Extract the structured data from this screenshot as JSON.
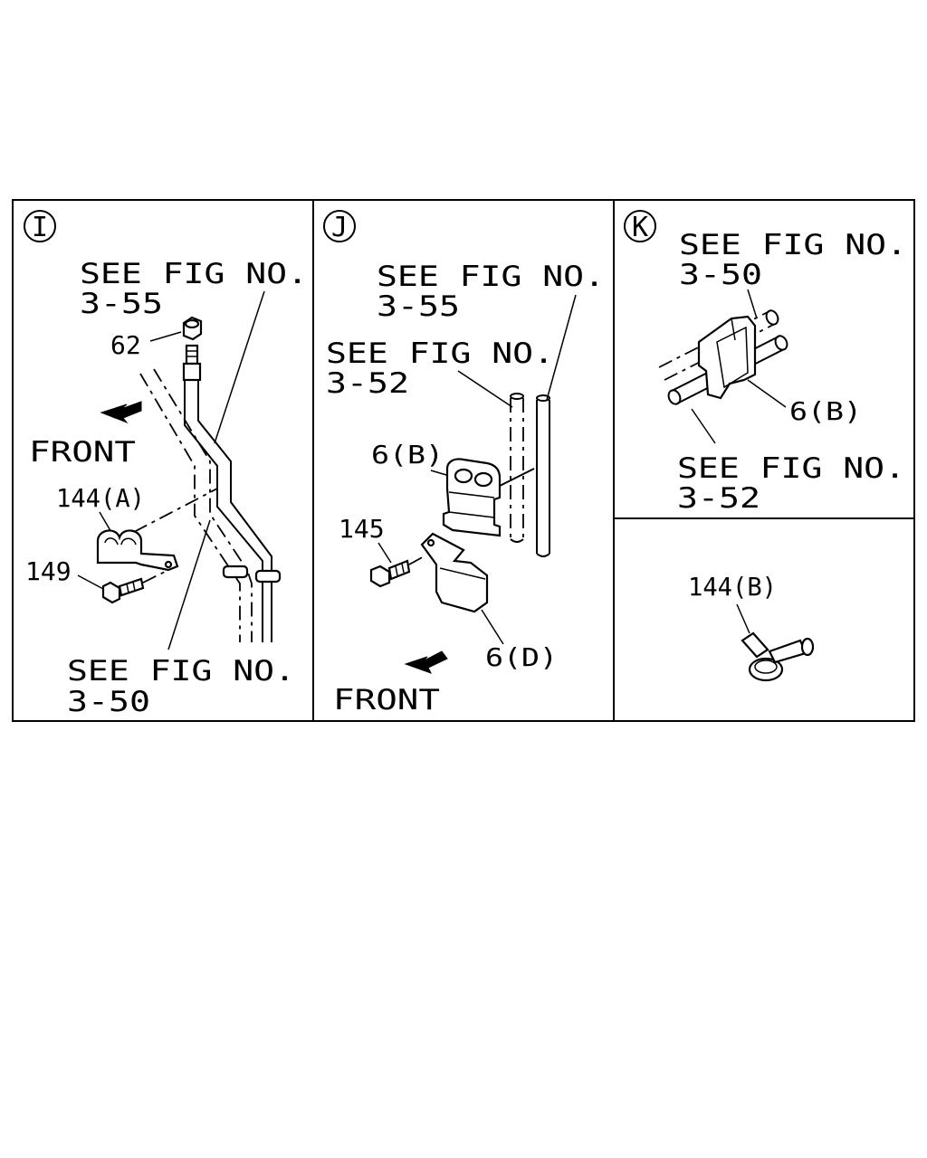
{
  "panels": {
    "I": {
      "letter": "I",
      "see_top": {
        "line1": "SEE FIG NO.",
        "line2": "3-55"
      },
      "see_bottom": {
        "line1": "SEE FIG NO.",
        "line2": "3-50"
      },
      "front": "FRONT",
      "parts": {
        "p62": "62",
        "p144a": "144(A)",
        "p149": "149"
      }
    },
    "J": {
      "letter": "J",
      "see_top": {
        "line1": "SEE FIG NO.",
        "line2": "3-55"
      },
      "see_mid": {
        "line1": "SEE FIG NO.",
        "line2": "3-52"
      },
      "front": "FRONT",
      "parts": {
        "p6b": "6(B)",
        "p145": "145",
        "p6d": "6(D)"
      }
    },
    "K": {
      "letter": "K",
      "see_top": {
        "line1": "SEE FIG NO.",
        "line2": "3-50"
      },
      "see_bottom": {
        "line1": "SEE FIG NO.",
        "line2": "3-52"
      },
      "parts": {
        "p6b": "6(B)"
      }
    },
    "L": {
      "parts": {
        "p144b": "144(B)"
      }
    }
  },
  "icons": [
    "front-arrow-icon"
  ]
}
